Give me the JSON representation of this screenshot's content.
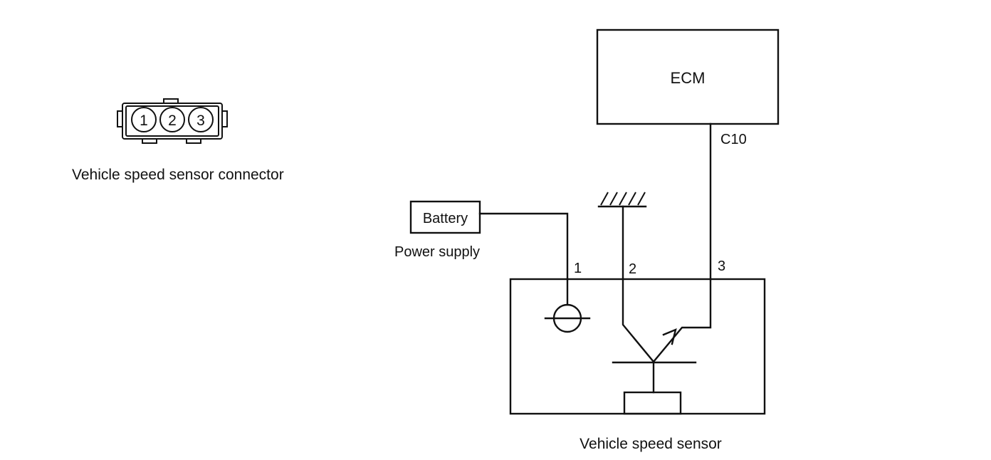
{
  "connector": {
    "caption": "Vehicle speed sensor connector",
    "pins": [
      "1",
      "2",
      "3"
    ]
  },
  "ecm": {
    "label": "ECM",
    "terminal": "C10"
  },
  "battery": {
    "label": "Battery",
    "caption": "Power supply"
  },
  "sensor": {
    "caption": "Vehicle speed sensor",
    "terminals": [
      "1",
      "2",
      "3"
    ]
  }
}
